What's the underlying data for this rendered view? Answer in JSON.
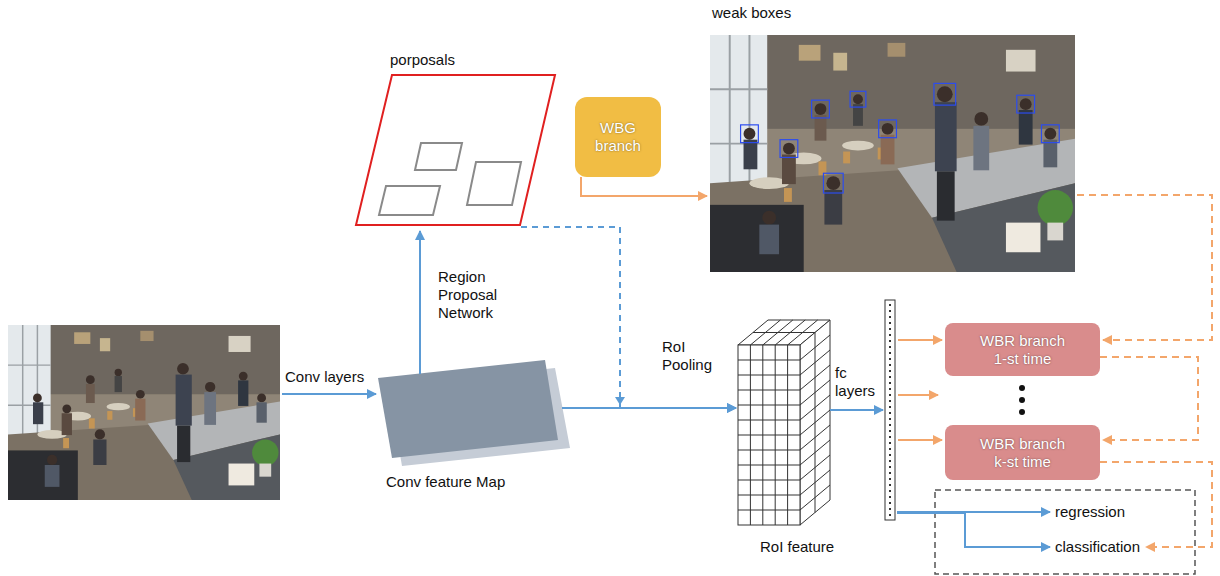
{
  "diagram": {
    "nodes": [
      {
        "text": [
          "porposals"
        ]
      },
      {
        "text": [
          "WBG branch"
        ]
      },
      {
        "text": [
          "weak boxes"
        ]
      },
      {
        "text": [
          "Conv feature Map"
        ]
      },
      {
        "text": [
          "RoI feature"
        ]
      },
      {
        "text": [
          "fc layers"
        ]
      },
      {
        "text": [
          "WBR branch 1-st time"
        ]
      },
      {
        "text": [
          "WBR branch k-st time"
        ]
      },
      {
        "text": [
          "regression"
        ]
      },
      {
        "text": [
          "classification"
        ]
      }
    ],
    "edges": [
      {
        "from": 3,
        "to": 0,
        "label": "Region Proposal Network",
        "arrow": "to"
      },
      {
        "from": 1,
        "to": 2,
        "arrow": "to"
      },
      {
        "from": 0,
        "to": 4,
        "label": "RoI Pooling",
        "arrow": "to"
      },
      {
        "from": 3,
        "to": 4,
        "arrow": "to"
      },
      {
        "from": 4,
        "to": 5,
        "arrow": "to"
      },
      {
        "from": 5,
        "to": 6,
        "arrow": "to"
      },
      {
        "from": 5,
        "to": 7,
        "arrow": "to"
      },
      {
        "from": 5,
        "to": 8,
        "arrow": "to"
      },
      {
        "from": 5,
        "to": 9,
        "arrow": "to"
      },
      {
        "from": 2,
        "to": 6,
        "arrow": "to"
      },
      {
        "from": 6,
        "to": 7,
        "arrow": "to"
      },
      {
        "from": 7,
        "to": 9,
        "arrow": "to"
      }
    ],
    "labels": [
      "Conv layers"
    ]
  }
}
